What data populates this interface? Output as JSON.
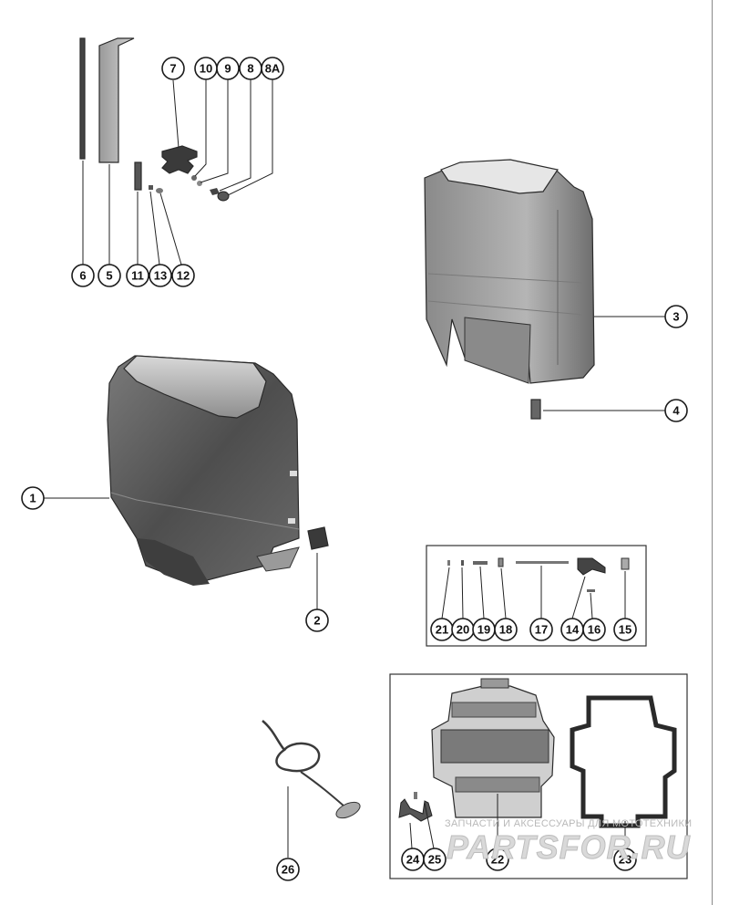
{
  "callouts": {
    "c1": "1",
    "c2": "2",
    "c3": "3",
    "c4": "4",
    "c5": "5",
    "c6": "6",
    "c7": "7",
    "c8": "8",
    "c8a": "8A",
    "c9": "9",
    "c10": "10",
    "c11": "11",
    "c12": "12",
    "c13": "13",
    "c14": "14",
    "c15": "15",
    "c16": "16",
    "c17": "17",
    "c18": "18",
    "c19": "19",
    "c20": "20",
    "c21": "21",
    "c22": "22",
    "c23": "23",
    "c24": "24",
    "c25": "25",
    "c26": "26"
  },
  "watermark": {
    "line1": "ЗАПЧАСТИ И АКСЕССУАРЫ ДЛЯ МОТОТЕХНИКИ",
    "logo": "PARTSFOR.RU"
  },
  "colors": {
    "ink": "#1a1a1a",
    "part_dark": "#5a5a5a",
    "part_mid": "#8c8c8c",
    "part_light": "#c9c9c9"
  }
}
